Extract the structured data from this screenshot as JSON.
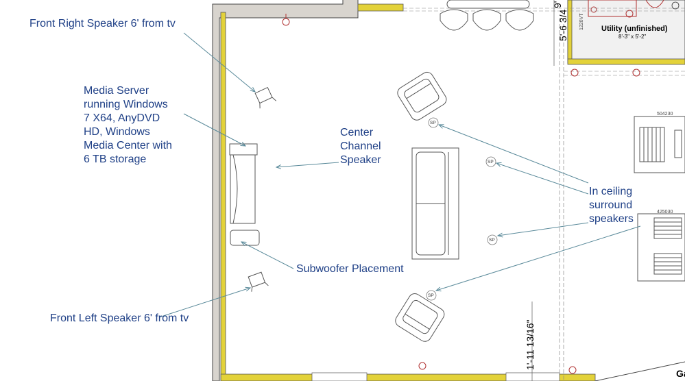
{
  "labels": {
    "front_right": "Front Right Speaker 6' from tv",
    "media_server": "Media Server\nrunning Windows\n7 X64, AnyDVD\nHD, Windows\nMedia Center with\n6 TB storage",
    "center": "Center\nChannel\nSpeaker",
    "in_ceiling": "In ceiling\nsurround\nspeakers",
    "subwoofer": "Subwoofer Placement",
    "front_left": "Front Left Speaker 6' from tv"
  },
  "utility": {
    "title": "Utility (unfinished)",
    "dims": "8'-3\" x 5'-2\""
  },
  "dimensions": {
    "wall_dim": "5'-6 3/4",
    "wall_dim_top": "9'",
    "floor_dim": "1'-11 13/16\"",
    "code_1220": "1220VT"
  },
  "fixtures": {
    "code_504230": "504230",
    "code_425030": "425030"
  },
  "speaker_tag": "SP",
  "corner_text": "Ga",
  "colors": {
    "label": "#1e3f86",
    "wall_fill": "#d8d4ce",
    "wall_trim": "#e3d23a",
    "line": "#6c7b8c",
    "arrow": "#5a8a9a"
  }
}
